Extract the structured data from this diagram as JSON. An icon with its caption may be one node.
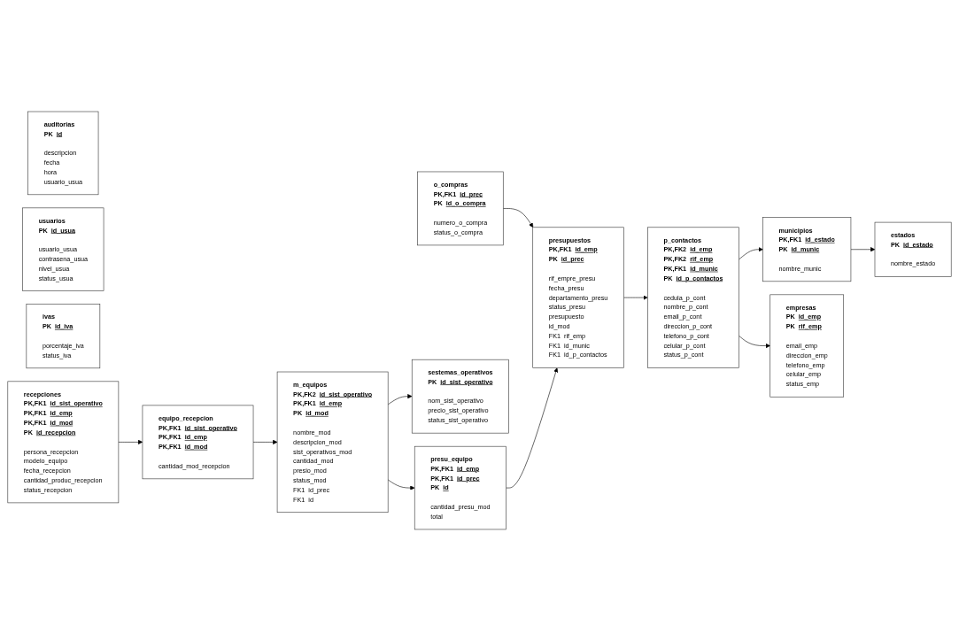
{
  "diagram": {
    "nodes": [
      {
        "text": [
          "estados",
          "PK",
          "id_estado",
          "nombre_estado"
        ]
      },
      {
        "text": [
          "municipios",
          "PK,FK1",
          "id_estado",
          "PK",
          "id_munic",
          "nombre_munic"
        ]
      },
      {
        "text": [
          "p_contactos",
          "PK,FK2",
          "id_emp",
          "PK,FK2",
          "rif_emp",
          "PK,FK1",
          "id_munic",
          "PK",
          "id_p_contactos",
          "cedula_p_cont",
          "nombre_p_cont",
          "email_p_cont",
          "direccion_p_cont",
          "telefono_p_cont",
          "celular_p_cont",
          "status_p_cont"
        ]
      },
      {
        "text": [
          "empresas",
          "PK",
          "id_emp",
          "PK",
          "rif_emp",
          "email_emp",
          "direccion_emp",
          "telefono_emp",
          "celular_emp",
          "status_emp"
        ]
      },
      {
        "text": [
          "auditorias",
          "PK",
          "id",
          "descripcion",
          "fecha",
          "hora",
          "usuario_usua"
        ]
      },
      {
        "text": [
          "presupuestos",
          "PK,FK1",
          "id_emp",
          "PK",
          "id_prec",
          "rif_empre_presu",
          "fecha_presu",
          "departamento_presu",
          "status_presu",
          "presupuesto",
          "id_mod",
          "FK1",
          "rif_emp",
          "FK1",
          "id_munic",
          "FK1",
          "id_p_contactos"
        ]
      },
      {
        "text": [
          "o_compras",
          "PK,FK1",
          "id_prec",
          "PK",
          "id_o_compra",
          "numero_o_compra",
          "status_o_compra"
        ]
      },
      {
        "text": [
          "usuarios",
          "PK",
          "id_usua",
          "usuario_usua",
          "contrasena_usua",
          "nivel_usua",
          "status_usua"
        ]
      },
      {
        "text": [
          "ivas",
          "PK",
          "id_iva",
          "porcentaje_iva",
          "status_iva"
        ]
      },
      {
        "text": [
          "sestemas_operativos",
          "PK",
          "id_sist_operativo",
          "nom_sist_operativo",
          "precio_sist_operativo",
          "status_sist_operativo"
        ]
      },
      {
        "text": [
          "recepciones",
          "PK,FK1",
          "id_sist_operativo",
          "PK,FK1",
          "id_emp",
          "PK,FK1",
          "id_mod",
          "PK",
          "id_recepcion",
          "persona_recepcion",
          "modelo_equipo",
          "fecha_recepcion",
          "cantidad_produc_recepcion",
          "status_recepcion"
        ]
      },
      {
        "text": [
          "m_equipos",
          "PK,FK2",
          "id_sist_operativo",
          "PK,FK1",
          "id_emp",
          "PK",
          "id_mod",
          "nombre_mod",
          "descripcion_mod",
          "sist_operativos_mod",
          "cantidad_mod",
          "presio_mod",
          "status_mod",
          "FK1",
          "id_prec",
          "FK1",
          "id"
        ]
      },
      {
        "text": [
          "presu_equipo",
          "PK,FK1",
          "id_emp",
          "PK,FK1",
          "id_prec",
          "PK",
          "id",
          "cantidad_presu_mod",
          "total"
        ]
      },
      {
        "text": [
          "equipo_recepcion",
          "PK,FK1",
          "id_sist_operativo",
          "PK,FK1",
          "id_emp",
          "PK,FK1",
          "id_mod",
          "cantidad_mod_recepcion"
        ]
      }
    ],
    "edges": [
      {
        "from": 1,
        "to": 0,
        "arrow": "to"
      },
      {
        "from": 2,
        "to": 1,
        "arrow": "to"
      },
      {
        "from": 2,
        "to": 3,
        "arrow": "to"
      },
      {
        "from": 5,
        "to": 2,
        "arrow": "to"
      },
      {
        "from": 6,
        "to": 5,
        "arrow": "to"
      },
      {
        "from": 12,
        "to": 5,
        "arrow": "to"
      },
      {
        "from": 11,
        "to": 12,
        "arrow": "to"
      },
      {
        "from": 11,
        "to": 9,
        "arrow": "to"
      },
      {
        "from": 13,
        "to": 11,
        "arrow": "to"
      },
      {
        "from": 10,
        "to": 13,
        "arrow": "to"
      }
    ]
  }
}
